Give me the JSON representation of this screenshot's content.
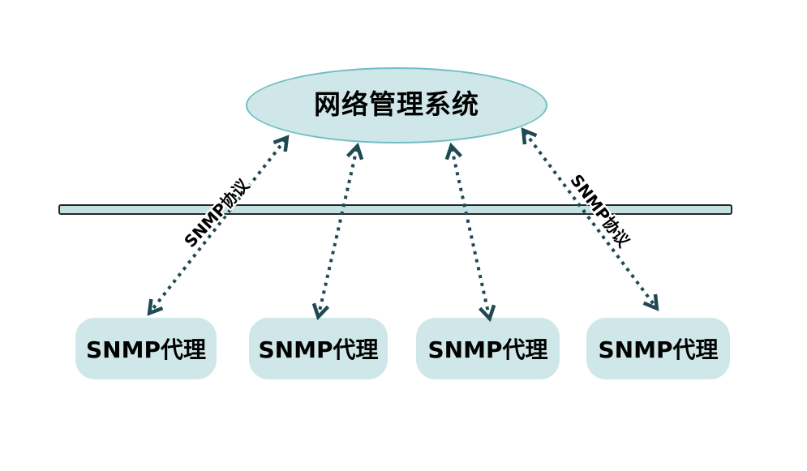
{
  "diagram": {
    "manager": {
      "label": "网络管理系统"
    },
    "agents": [
      {
        "label": "SNMP代理"
      },
      {
        "label": "SNMP代理"
      },
      {
        "label": "SNMP代理"
      },
      {
        "label": "SNMP代理"
      }
    ],
    "protocol": {
      "left": "SNMP协议",
      "right": "SNMP协议"
    }
  },
  "colors": {
    "node_fill": "#cfe7e8",
    "ellipse_stroke": "#6fbfc4",
    "bus_fill": "#c4e1e3",
    "bus_border": "#262626",
    "arrow": "#1f4a52",
    "text": "#000000",
    "background": "#ffffff"
  }
}
